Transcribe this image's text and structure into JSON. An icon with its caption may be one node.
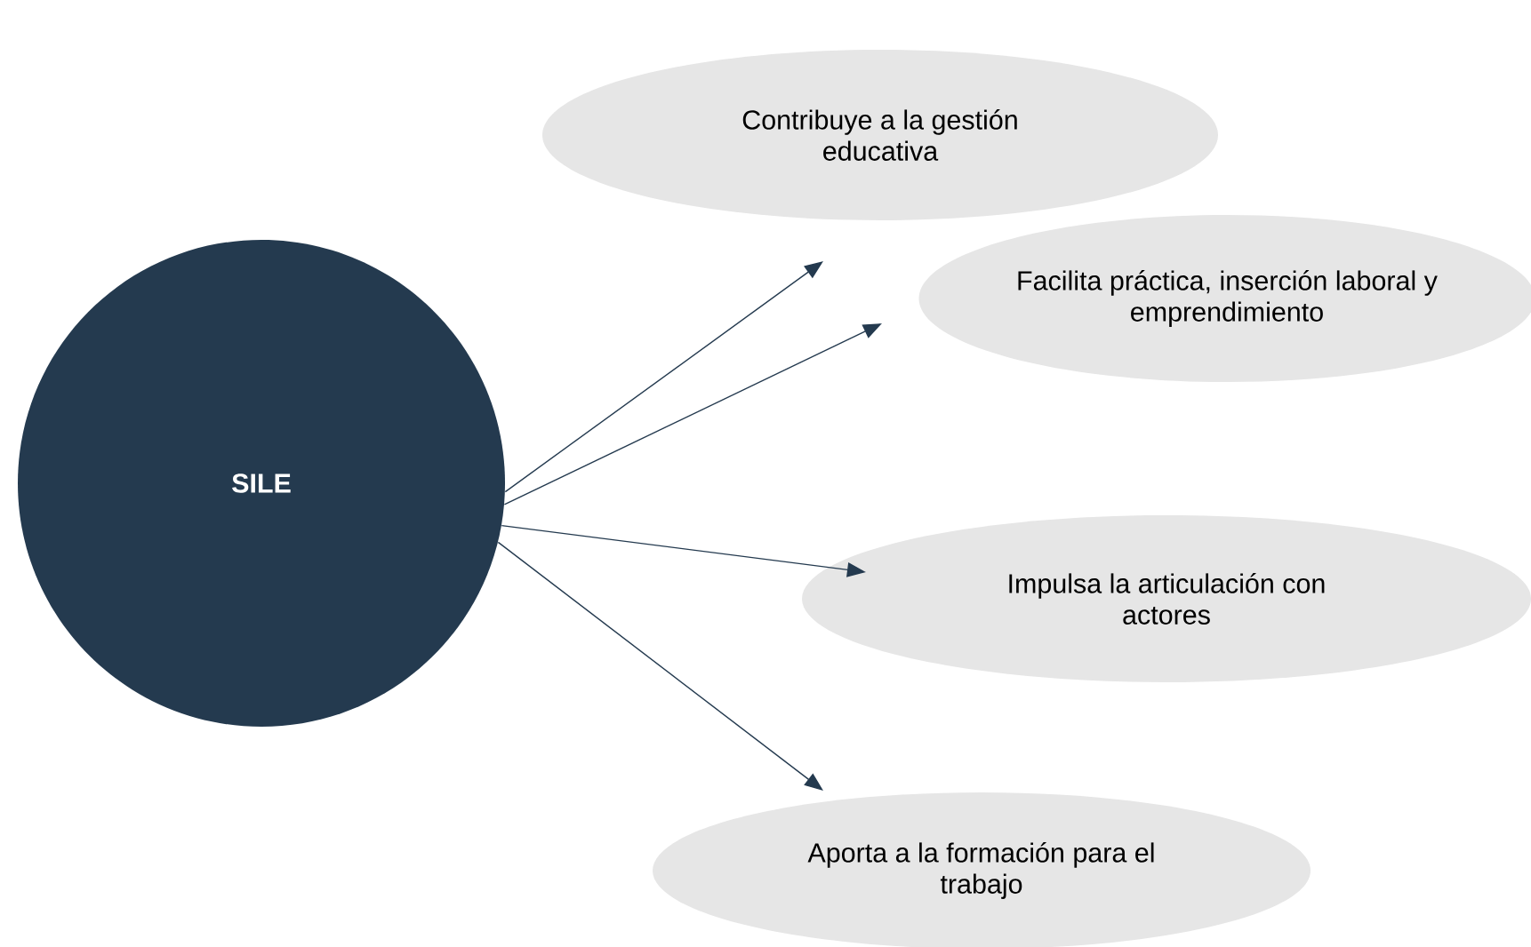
{
  "diagram": {
    "nodes": [
      {
        "text": [
          "SILE"
        ]
      },
      {
        "text": [
          "Contribuye a la gestión educativa"
        ]
      },
      {
        "text": [
          "Facilita práctica, inserción laboral y  emprendimiento"
        ]
      },
      {
        "text": [
          "Impulsa la articulación con actores"
        ]
      },
      {
        "text": [
          "Aporta a la formación para el trabajo"
        ]
      }
    ],
    "edges": [
      {
        "from": 0,
        "to": 1,
        "arrow": "to"
      },
      {
        "from": 0,
        "to": 2,
        "arrow": "to"
      },
      {
        "from": 0,
        "to": 3,
        "arrow": "to"
      },
      {
        "from": 0,
        "to": 4,
        "arrow": "to"
      }
    ]
  }
}
